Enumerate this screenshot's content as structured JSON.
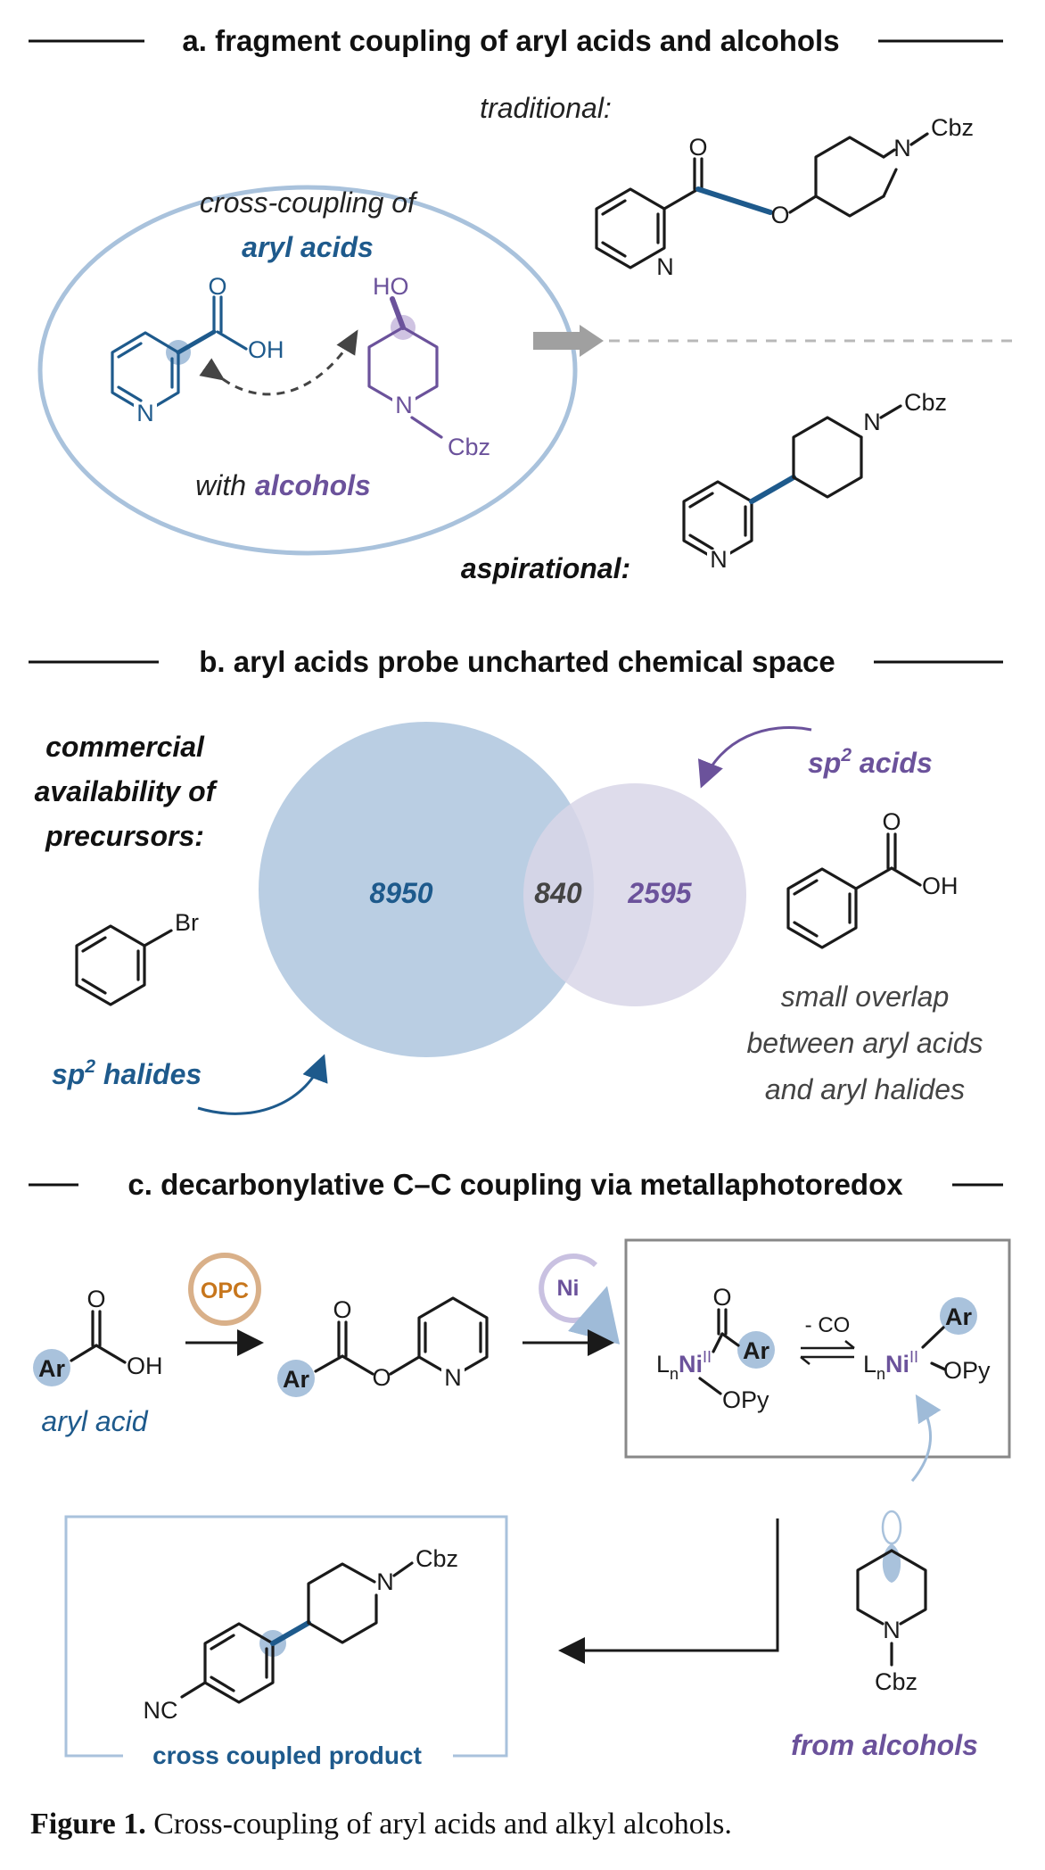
{
  "colors": {
    "blue": "#1e5a8c",
    "purple": "#6b529b",
    "light_blue": "#a9c2dc",
    "light_purple": "#dcdae9",
    "orange": "#c7761c",
    "ink": "#1a1a1a"
  },
  "panel_a": {
    "header": "a. fragment coupling of aryl acids and alcohols",
    "cross_coupling_of": "cross-coupling of",
    "aryl_acids": "aryl acids",
    "with": "with",
    "alcohols": "alcohols",
    "traditional": "traditional:",
    "aspirational": "aspirational:",
    "atoms": {
      "O": "O",
      "OH": "OH",
      "N": "N",
      "HO": "HO",
      "Cbz": "Cbz"
    }
  },
  "panel_b": {
    "header": "b. aryl acids probe uncharted chemical space",
    "availability_lines": [
      "commercial",
      "availability of",
      "precursors:"
    ],
    "halides_label": "sp",
    "halides_sup": "2",
    "halides_rest": " halides",
    "acids_label": "sp",
    "acids_sup": "2",
    "acids_rest": " acids",
    "venn": {
      "halides_only": "8950",
      "overlap": "840",
      "acids_only": "2595"
    },
    "note_lines": [
      "small overlap",
      "between aryl acids",
      "and aryl halides"
    ],
    "atoms": {
      "Br": "Br",
      "O": "O",
      "OH": "OH"
    }
  },
  "panel_c": {
    "header": "c. decarbonylative C–C coupling via metallaphotoredox",
    "opc": "OPC",
    "ni": "Ni",
    "ar": "Ar",
    "aryl_acid": "aryl acid",
    "minus_co": "- CO",
    "lnni_L": "L",
    "lnni_n": "n",
    "lnni_Ni": "Ni",
    "lnni_II": "II",
    "opy": "OPy",
    "cross_coupled_product": "cross coupled product",
    "from_alcohols": "from alcohols",
    "atoms": {
      "O": "O",
      "OH": "OH",
      "N": "N",
      "NC": "NC",
      "Cbz": "Cbz"
    }
  },
  "caption": {
    "label": "Figure 1.",
    "text": " Cross-coupling of aryl acids and alkyl alcohols."
  }
}
